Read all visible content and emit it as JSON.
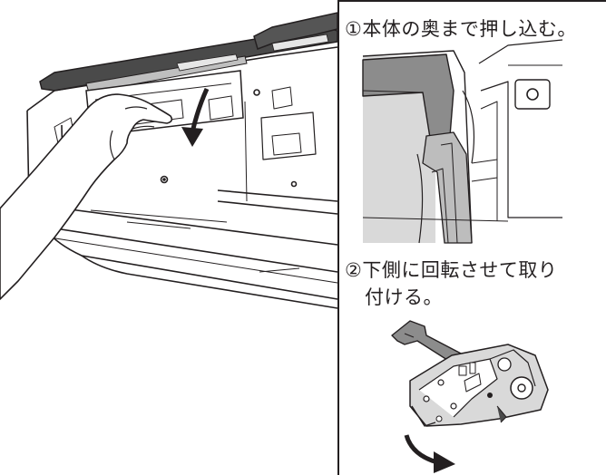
{
  "steps": {
    "step1_text": "①本体の奥まで押し込む。",
    "step2_line1": "②下側に回転させて取り",
    "step2_line2": "付ける。"
  },
  "colors": {
    "line": "#231f20",
    "dark_part": "#4a4a4a",
    "mid_gray": "#8c8c8c",
    "light_gray": "#d9d9d9"
  },
  "icons": {
    "rotate_arrow": "curved-arrow-down-icon",
    "swing_arrow": "curved-arrow-right-icon"
  }
}
